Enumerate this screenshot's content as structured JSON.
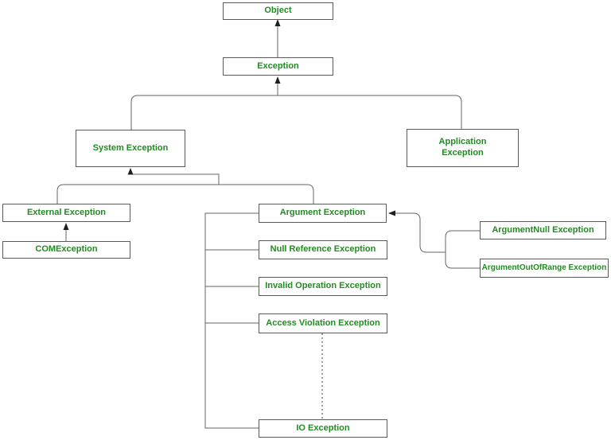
{
  "diagram": {
    "description": "Exception class hierarchy diagram",
    "colors": {
      "text_color": "#228B22",
      "box_border": "#5a5a5a",
      "line_color": "#666666",
      "arrow_color": "#1f1f1f",
      "background": "#ffffff"
    },
    "nodes": {
      "object": {
        "label": "Object"
      },
      "exception": {
        "label": "Exception"
      },
      "system_exception": {
        "label": "System Exception"
      },
      "application_exception": {
        "label": "Application Exception"
      },
      "external_exception": {
        "label": "External Exception"
      },
      "com_exception": {
        "label": "COMException"
      },
      "argument_exception": {
        "label": "Argument Exception"
      },
      "null_reference_exception": {
        "label": "Null Reference Exception"
      },
      "invalid_operation_exception": {
        "label": "Invalid Operation Exception"
      },
      "access_violation_exception": {
        "label": "Access Violation Exception"
      },
      "io_exception": {
        "label": "IO Exception"
      },
      "argumentnull_exception": {
        "label": "ArgumentNull Exception"
      },
      "argumentoutofrange_exception": {
        "label": "ArgumentOutOfRange Exception"
      }
    },
    "edges": [
      {
        "from": "Exception",
        "to": "Object",
        "style": "arrow"
      },
      {
        "from": "System Exception",
        "to": "Exception",
        "style": "elbow-arrow"
      },
      {
        "from": "Application Exception",
        "to": "Exception",
        "style": "elbow-arrow"
      },
      {
        "from": "External Exception",
        "to": "System Exception",
        "style": "elbow-arrow"
      },
      {
        "from": "Argument Exception",
        "to": "System Exception",
        "style": "elbow-arrow"
      },
      {
        "from": "COMException",
        "to": "External Exception",
        "style": "arrow"
      },
      {
        "from": "Null Reference Exception",
        "to": "Argument Exception",
        "style": "left-bus"
      },
      {
        "from": "Invalid Operation Exception",
        "to": "Argument Exception",
        "style": "left-bus"
      },
      {
        "from": "Access Violation Exception",
        "to": "Argument Exception",
        "style": "left-bus"
      },
      {
        "from": "IO Exception",
        "to": "Argument Exception",
        "style": "left-bus"
      },
      {
        "from": "ArgumentNull Exception",
        "to": "Argument Exception",
        "style": "elbow-arrow"
      },
      {
        "from": "ArgumentOutOfRange Exception",
        "to": "Argument Exception",
        "style": "elbow-arrow"
      },
      {
        "from": "Access Violation Exception",
        "to": "IO Exception",
        "style": "dotted"
      }
    ]
  }
}
